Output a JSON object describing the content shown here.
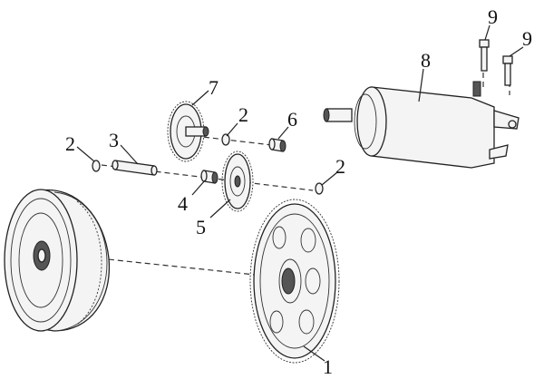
{
  "callouts": [
    {
      "id": "1",
      "text": "1"
    },
    {
      "id": "2a",
      "text": "2"
    },
    {
      "id": "2b",
      "text": "2"
    },
    {
      "id": "2c",
      "text": "2"
    },
    {
      "id": "3",
      "text": "3"
    },
    {
      "id": "4",
      "text": "4"
    },
    {
      "id": "5",
      "text": "5"
    },
    {
      "id": "6",
      "text": "6"
    },
    {
      "id": "7",
      "text": "7"
    },
    {
      "id": "8",
      "text": "8"
    },
    {
      "id": "9a",
      "text": "9"
    },
    {
      "id": "9b",
      "text": "9"
    }
  ]
}
